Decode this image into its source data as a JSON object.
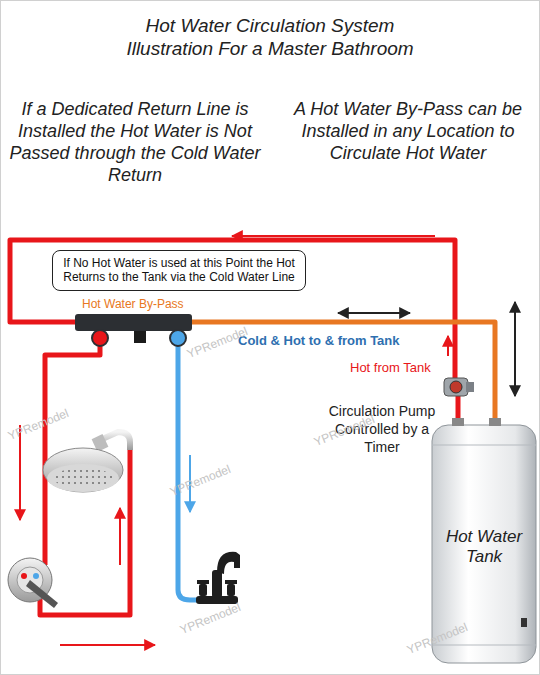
{
  "diagram": {
    "title": "Hot Water Circulation System Illustration For a Master Bathroom",
    "nodes": [
      {
        "text": [
          "If No Hot Water is used at this Point the Hot Returns to the Tank via the Cold Water Line"
        ]
      },
      {
        "text": [
          "Hot Water Tank"
        ]
      }
    ],
    "labels": [
      "If a Dedicated Return Line is Installed the Hot Water is Not Passed through the Cold Water Return",
      "A Hot Water By-Pass can be Installed in any Location to Circulate Hot Water",
      "Hot Water By-Pass",
      "Cold & Hot to & from Tank",
      "Hot from Tank",
      "Circulation Pump Controlled by a Timer",
      "YPRemodel",
      "YPRemodel",
      "YPRemodel",
      "YPRemodel",
      "YPRemodel",
      "YPRemodel"
    ]
  }
}
